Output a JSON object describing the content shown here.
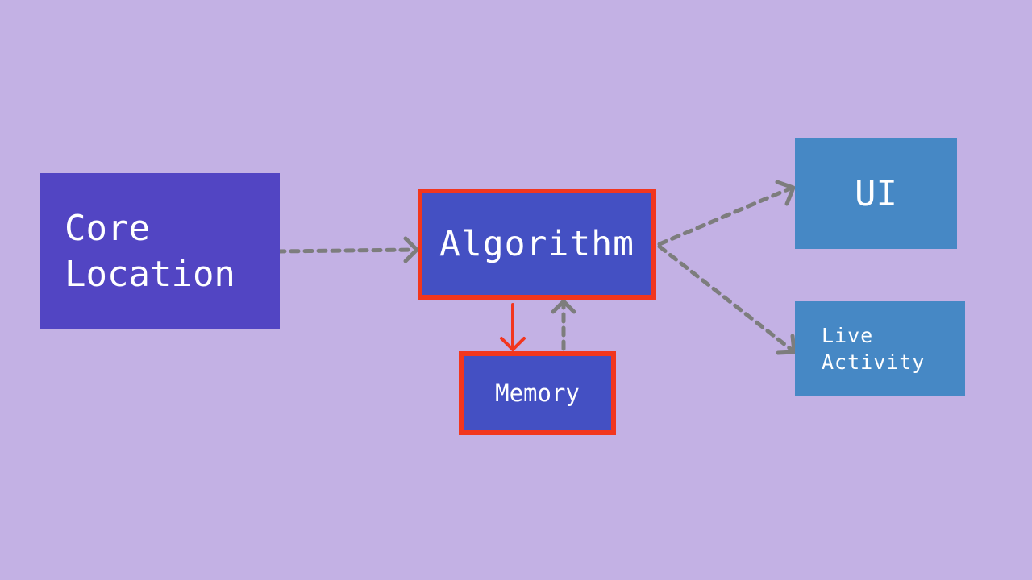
{
  "diagram": {
    "nodes": {
      "core_location": {
        "line1": "Core",
        "line2": "Location"
      },
      "algorithm": {
        "label": "Algorithm"
      },
      "memory": {
        "label": "Memory"
      },
      "ui": {
        "label": "UI"
      },
      "live_activity": {
        "line1": "Live",
        "line2": "Activity"
      }
    },
    "edges": [
      {
        "from": "Core Location",
        "to": "Algorithm",
        "style": "dashed"
      },
      {
        "from": "Algorithm",
        "to": "UI",
        "style": "dashed"
      },
      {
        "from": "Algorithm",
        "to": "Live Activity",
        "style": "dashed"
      },
      {
        "from": "Algorithm",
        "to": "Memory",
        "style": "solid"
      },
      {
        "from": "Memory",
        "to": "Algorithm",
        "style": "dashed"
      }
    ],
    "colors": {
      "background": "#c3b1e4",
      "source_node": "#5245c3",
      "process_node": "#4450c3",
      "output_node": "#4688c5",
      "highlight_border": "#f2361e",
      "dashed_arrow": "#7d7d7d",
      "solid_arrow": "#f2361e",
      "text": "#ffffff"
    }
  }
}
